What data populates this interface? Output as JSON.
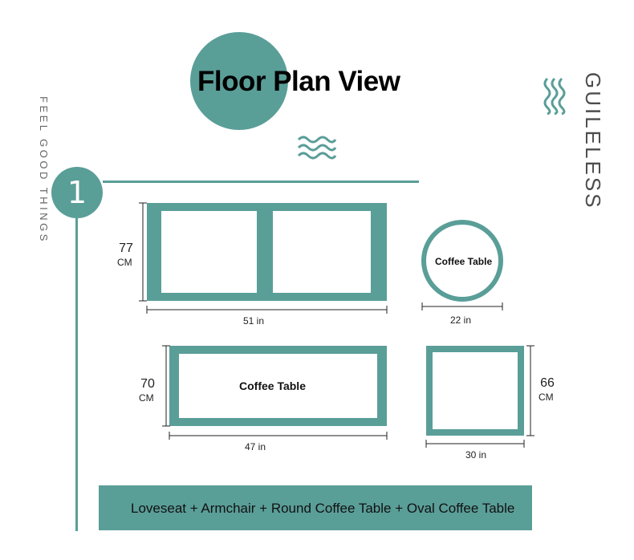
{
  "title": "Floor Plan View",
  "tagline": "FEEL GOOD THINGS",
  "brand": "GUILELESS",
  "step_number": "1",
  "loveseat": {
    "height_value": "77",
    "height_unit": "CM",
    "width": "51 in"
  },
  "round_table": {
    "label": "Coffee Table",
    "width": "22 in"
  },
  "oval_table": {
    "label": "Coffee Table",
    "height_value": "70",
    "height_unit": "CM",
    "width": "47 in"
  },
  "armchair": {
    "height_value": "66",
    "height_unit": "CM",
    "width": "30 in"
  },
  "banner": "Loveseat + Armchair + Round Coffee Table + Oval Coffee Table",
  "colors": {
    "accent": "#5a9e98",
    "text": "#111111"
  },
  "icons": [
    "wave-icon"
  ]
}
